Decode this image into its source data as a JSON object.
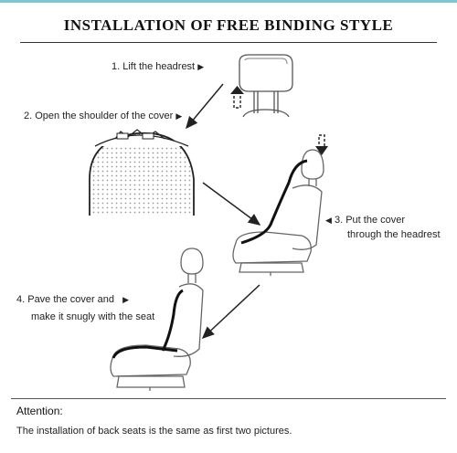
{
  "title": "INSTALLATION OF FREE BINDING STYLE",
  "steps": [
    {
      "label": "1. Lift the headrest",
      "marker": "▶"
    },
    {
      "label": "2. Open the shoulder of the cover",
      "marker": "▶"
    },
    {
      "label_line1": "3. Put the cover",
      "label_line2": "through the headrest",
      "marker": "◀"
    },
    {
      "label_line1": "4. Pave the cover and",
      "label_line2": "make it snugly with the seat",
      "marker": "▶"
    }
  ],
  "attention": {
    "title": "Attention:",
    "text": "The installation of back seats is the same as first two pictures."
  },
  "icons": [
    "up-arrow-icon",
    "down-arrow-icon"
  ]
}
